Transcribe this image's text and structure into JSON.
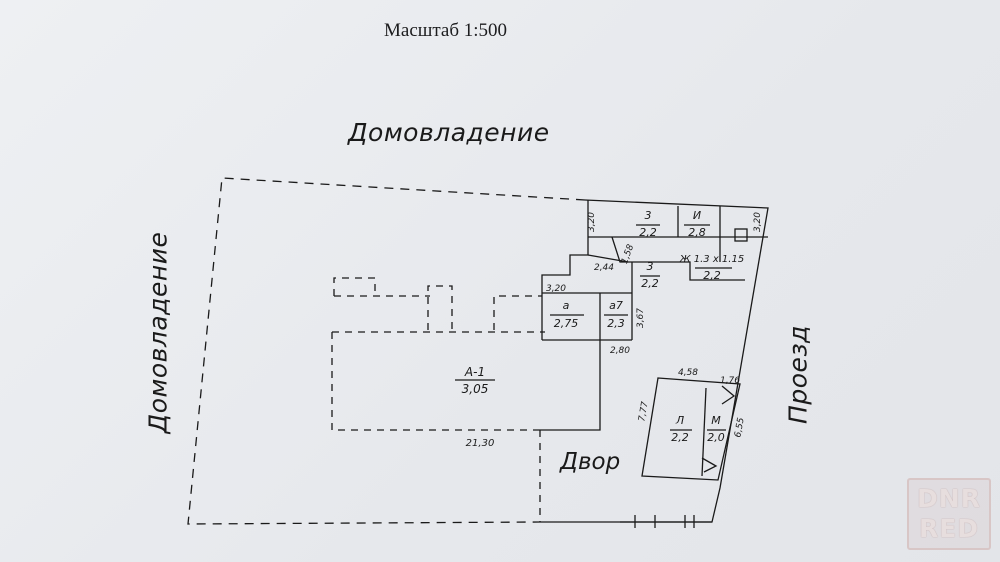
{
  "header": {
    "scale": "Масштаб 1:500"
  },
  "labels": {
    "top": "Домовладение",
    "left": "Домовладение",
    "right": "Проезд",
    "yard": "Двор"
  },
  "rooms": {
    "a1": {
      "name": "А-1",
      "height": "3,05"
    },
    "a": {
      "name": "а",
      "height": "2,75"
    },
    "a7": {
      "name": "а7",
      "height": "2,3"
    },
    "z_top": {
      "name": "3",
      "height": "2,2"
    },
    "i": {
      "name": "И",
      "height": "2,8"
    },
    "z_mid": {
      "name": "3",
      "height": "2,2"
    },
    "zh": {
      "name": "Ж 1.3 x 1.15",
      "height": "2,2"
    },
    "l": {
      "name": "Л",
      "height": "2,2"
    },
    "m": {
      "name": "М",
      "height": "2,0"
    }
  },
  "dimensions": {
    "d_3_20_top": "3,20",
    "d_3_20_right": "3,20",
    "d_1_58": "1,58",
    "d_2_44": "2,44",
    "d_3_20_mid": "3,20",
    "d_3_67": "3,67",
    "d_2_80": "2,80",
    "d_21_30": "21,30",
    "d_4_58": "4,58",
    "d_1_76": "1,76",
    "d_7_77": "7,77",
    "d_6_55": "6,55"
  },
  "watermark": {
    "line1": "DNR",
    "line2": "RED"
  },
  "colors": {
    "ink": "#1a1a1a",
    "paper": "#e9eaed"
  }
}
